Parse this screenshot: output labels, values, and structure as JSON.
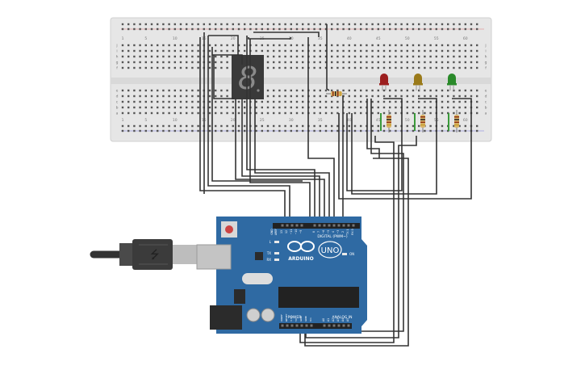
{
  "breadboard": {
    "column_numbers_top": [
      "1",
      "5",
      "10",
      "15",
      "20",
      "25",
      "30",
      "35",
      "40",
      "45",
      "50",
      "55",
      "60"
    ],
    "column_numbers_bottom": [
      "1",
      "5",
      "10",
      "15",
      "20",
      "25",
      "30",
      "35",
      "40",
      "45",
      "50",
      "55",
      "60"
    ],
    "row_letters_upper": [
      "j",
      "i",
      "h",
      "g",
      "f"
    ],
    "row_letters_lower": [
      "e",
      "d",
      "c",
      "b",
      "a"
    ]
  },
  "seven_segment": {
    "digit": "8"
  },
  "leds": [
    {
      "color_name": "red",
      "color": "#9c1f1f"
    },
    {
      "color_name": "yellow",
      "color": "#9a7a1a"
    },
    {
      "color_name": "green",
      "color": "#2a8a2a"
    }
  ],
  "arduino": {
    "brand": "ARDUINO",
    "model": "UNO",
    "header_digital": "DIGITAL (PWM~)",
    "header_power": "POWER",
    "header_analog": "ANALOG IN",
    "led_labels": [
      "L",
      "TX",
      "RX"
    ],
    "on_label": "ON",
    "aref_label": "AREF",
    "gnd_label": "GND",
    "digital_pins": [
      "13",
      "12",
      "~11",
      "~10",
      "~9",
      "8",
      "7",
      "~6",
      "~5",
      "4",
      "~3",
      "2",
      "TX 1",
      "RX 0"
    ],
    "power_pins": [
      "IOREF",
      "RESET",
      "3.3V",
      "5V",
      "GND",
      "GND",
      "Vin"
    ],
    "analog_pins": [
      "A0",
      "A1",
      "A2",
      "A3",
      "A4",
      "A5"
    ]
  },
  "colors": {
    "board_blue": "#2f6aa3",
    "breadboard": "#e8e8e8",
    "wire": "#333333"
  }
}
